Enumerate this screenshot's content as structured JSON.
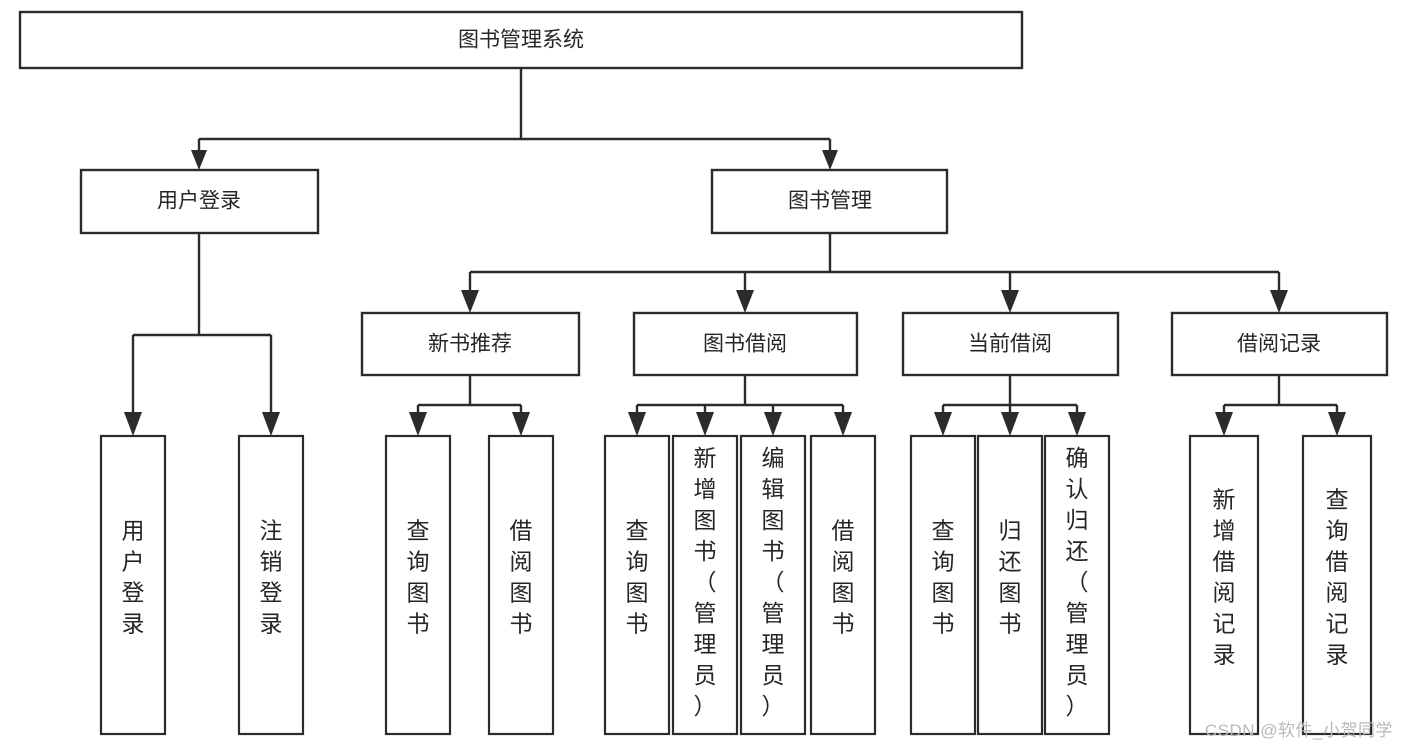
{
  "diagram": {
    "title": "图书管理系统",
    "watermark": "CSDN @软件_小贺同学",
    "type": "tree-hierarchy-chart",
    "colors": {
      "stroke": "#2b2b2b",
      "fill": "#ffffff",
      "text": "#262626",
      "watermark": "#b9b9b9"
    },
    "root": {
      "id": "root",
      "label": "图书管理系统",
      "orientation": "horizontal"
    },
    "level2": [
      {
        "id": "user-login",
        "label": "用户登录",
        "orientation": "horizontal"
      },
      {
        "id": "book-manage",
        "label": "图书管理",
        "orientation": "horizontal"
      }
    ],
    "level3": [
      {
        "id": "new-book-recommend",
        "label": "新书推荐",
        "orientation": "horizontal",
        "parent": "book-manage"
      },
      {
        "id": "book-borrow",
        "label": "图书借阅",
        "orientation": "horizontal",
        "parent": "book-manage"
      },
      {
        "id": "current-borrow",
        "label": "当前借阅",
        "orientation": "horizontal",
        "parent": "book-manage"
      },
      {
        "id": "borrow-record",
        "label": "借阅记录",
        "orientation": "horizontal",
        "parent": "book-manage"
      }
    ],
    "leaves": [
      {
        "id": "leaf-user-login",
        "label": "用户登录",
        "parent": "user-login",
        "orientation": "vertical"
      },
      {
        "id": "leaf-logout",
        "label": "注销登录",
        "parent": "user-login",
        "orientation": "vertical"
      },
      {
        "id": "leaf-query-book-1",
        "label": "查询图书",
        "parent": "new-book-recommend",
        "orientation": "vertical"
      },
      {
        "id": "leaf-borrow-book-1",
        "label": "借阅图书",
        "parent": "new-book-recommend",
        "orientation": "vertical"
      },
      {
        "id": "leaf-query-book-2",
        "label": "查询图书",
        "parent": "book-borrow",
        "orientation": "vertical"
      },
      {
        "id": "leaf-add-book",
        "label": "新增图书（管理员）",
        "parent": "book-borrow",
        "orientation": "vertical"
      },
      {
        "id": "leaf-edit-book",
        "label": "编辑图书（管理员）",
        "parent": "book-borrow",
        "orientation": "vertical"
      },
      {
        "id": "leaf-borrow-book-2",
        "label": "借阅图书",
        "parent": "book-borrow",
        "orientation": "vertical"
      },
      {
        "id": "leaf-query-book-3",
        "label": "查询图书",
        "parent": "current-borrow",
        "orientation": "vertical"
      },
      {
        "id": "leaf-return-book",
        "label": "归还图书",
        "parent": "current-borrow",
        "orientation": "vertical"
      },
      {
        "id": "leaf-confirm-return",
        "label": "确认归还（管理员）",
        "parent": "current-borrow",
        "orientation": "vertical"
      },
      {
        "id": "leaf-add-record",
        "label": "新增借阅记录",
        "parent": "borrow-record",
        "orientation": "vertical"
      },
      {
        "id": "leaf-query-record",
        "label": "查询借阅记录",
        "parent": "borrow-record",
        "orientation": "vertical"
      }
    ]
  }
}
